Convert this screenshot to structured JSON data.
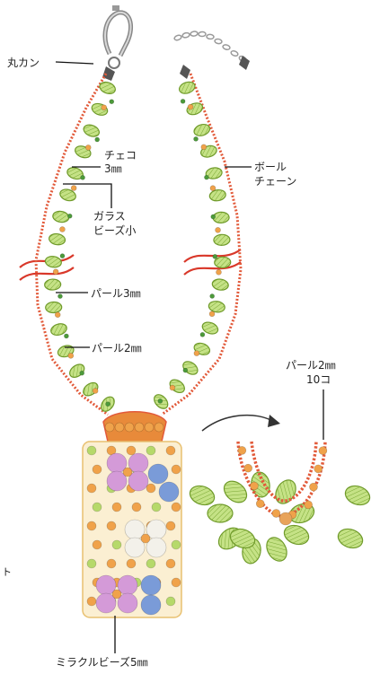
{
  "labels": {
    "jump_ring": "丸カン",
    "czech_bead": "チェコ",
    "czech_size": "3㎜",
    "glass_bead": "ガラス",
    "glass_bead_sub": "ビーズ小",
    "ball_chain": "ボール",
    "ball_chain_sub": "チェーン",
    "pearl_3mm": "パール3㎜",
    "pearl_2mm": "パール2㎜",
    "detail_pearl": "パール2㎜",
    "detail_count": "10コ",
    "miracle_bead": "ミラクルビーズ5㎜",
    "edge_fragment": "ト"
  },
  "colors": {
    "green_bead": "#b6d96a",
    "green_outline": "#6f9a2a",
    "pearl_orange": "#f0a24a",
    "ball_chain_red": "#e25a3a",
    "pink_bead": "#d49ad8",
    "blue_bead": "#7a9bd8",
    "white_bead": "#f3f1ea",
    "chain_metal": "#9a9a9a"
  }
}
